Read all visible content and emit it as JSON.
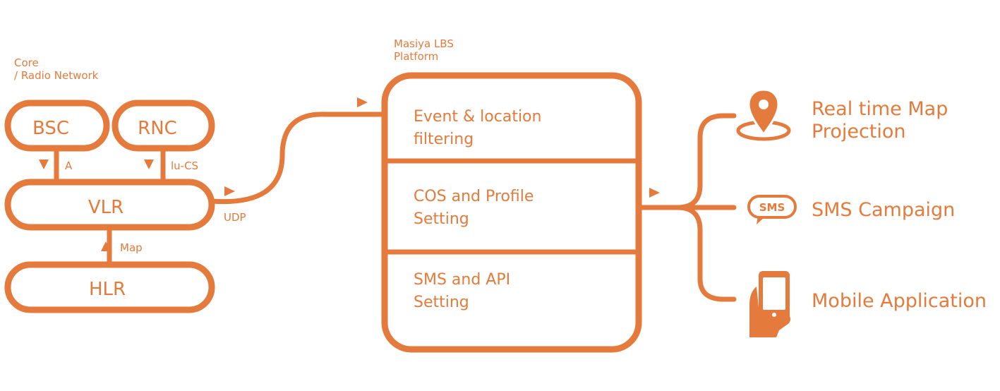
{
  "colors": {
    "accent": "#e47b3c",
    "background": "#ffffff"
  },
  "network": {
    "title_line1": "Core",
    "title_line2": "/ Radio Network",
    "nodes": {
      "bsc": "BSC",
      "rnc": "RNC",
      "vlr": "VLR",
      "hlr": "HLR"
    },
    "links": {
      "a": "A",
      "iucs": "lu-CS",
      "map": "Map",
      "udp": "UDP"
    }
  },
  "platform": {
    "title_line1": "Masiya LBS",
    "title_line2": "Platform",
    "sections": [
      {
        "line1": "Event & location",
        "line2": "filtering"
      },
      {
        "line1": "COS and Profile",
        "line2": "Setting"
      },
      {
        "line1": "SMS and API",
        "line2": "Setting"
      }
    ]
  },
  "outputs": [
    {
      "line1": "Real time Map",
      "line2": "Projection",
      "icon": "map-pin-icon"
    },
    {
      "line1": "SMS Campaign",
      "line2": "",
      "icon": "sms-bubble-icon",
      "badge": "SMS"
    },
    {
      "line1": "Mobile Application",
      "line2": "",
      "icon": "hand-phone-icon"
    }
  ]
}
